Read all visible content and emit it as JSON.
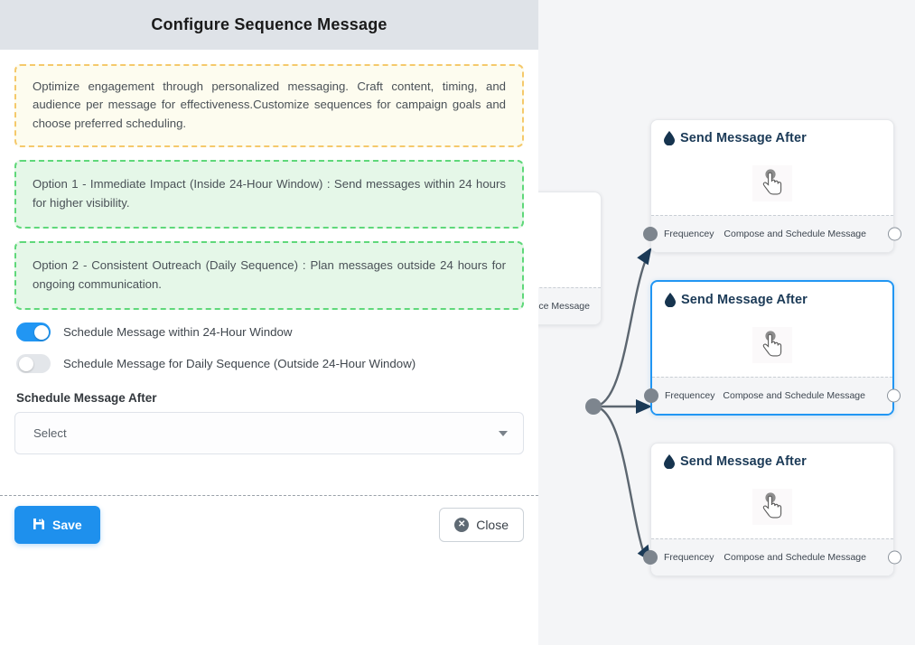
{
  "modal": {
    "title": "Configure Sequence Message",
    "info_callout": "Optimize engagement through personalized messaging. Craft content, timing, and audience per message for effectiveness.Customize sequences for campaign goals and choose preferred scheduling.",
    "option_1": "Option 1 - Immediate Impact (Inside 24-Hour Window) : Send messages within 24 hours for higher visibility.",
    "option_2": "Option 2 - Consistent Outreach (Daily Sequence) : Plan messages outside 24 hours for ongoing communication.",
    "toggles": [
      {
        "label": "Schedule Message within 24-Hour Window",
        "state": "on"
      },
      {
        "label": "Schedule Message for Daily Sequence (Outside 24-Hour Window)",
        "state": "off"
      }
    ],
    "schedule_field": {
      "label": "Schedule Message After",
      "value": "Select",
      "caret_icon": "chevron-down-icon"
    },
    "footer": {
      "save_label": "Save",
      "save_icon": "floppy-disk-icon",
      "save_color": "#1e90ed",
      "close_label": "Close",
      "close_icon": "circle-x-icon"
    },
    "header_bg": "#dfe3e8"
  },
  "canvas": {
    "background": "#f4f5f7",
    "selected_border_color": "#2196f3",
    "edge_color": "#5c6670",
    "partial_node": {
      "foot_right": "ce Message"
    },
    "nodes": [
      {
        "title": "Send Message After",
        "title_icon": "water-drop-icon",
        "body_icon": "pointing-hand-cursor-icon",
        "foot_left": "Frequencey",
        "foot_right": "Compose and Schedule Message",
        "selected": "false"
      },
      {
        "title": "Send Message After",
        "title_icon": "water-drop-icon",
        "body_icon": "pointing-hand-cursor-icon",
        "foot_left": "Frequencey",
        "foot_right": "Compose and Schedule Message",
        "selected": "true"
      },
      {
        "title": "Send Message After",
        "title_icon": "water-drop-icon",
        "body_icon": "pointing-hand-cursor-icon",
        "foot_left": "Frequencey",
        "foot_right": "Compose and Schedule Message",
        "selected": "false"
      }
    ]
  }
}
